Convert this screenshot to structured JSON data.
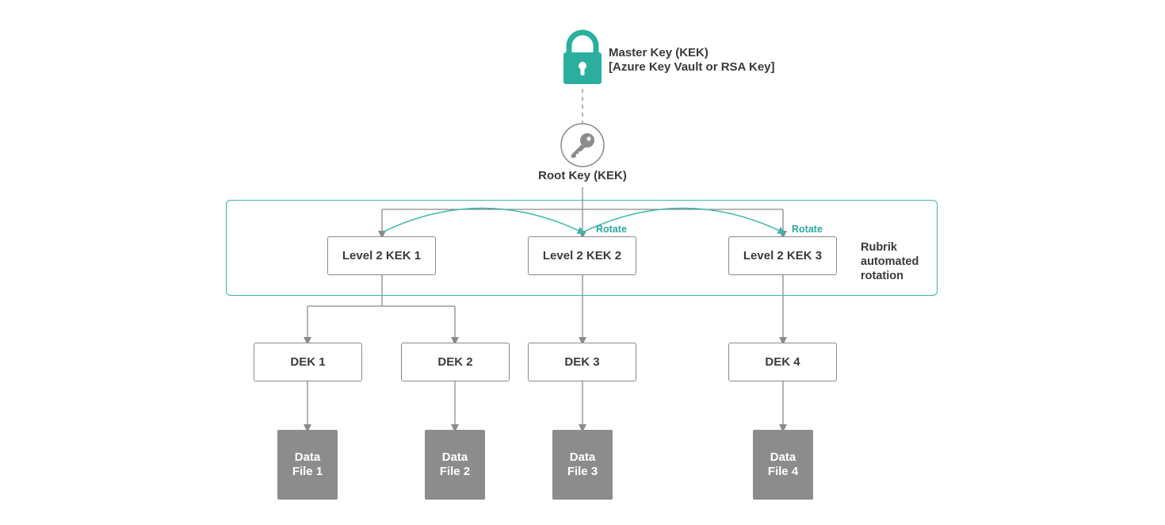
{
  "colors": {
    "accent": "#3bb7aa",
    "lock": "#2aaf9f",
    "connector": "#8a8a8a",
    "file_fill": "#8c8c8e",
    "text": "#3a3a3a"
  },
  "master_key": {
    "icon": "lock-icon",
    "line1": "Master Key (KEK)",
    "line2": "[Azure Key Vault or RSA Key]"
  },
  "root_key": {
    "icon": "key-icon",
    "label": "Root Key (KEK)"
  },
  "rotation_group": {
    "label_line1": "Rubrik",
    "label_line2": "automated",
    "label_line3": "rotation",
    "rotate_label_1": "Rotate",
    "rotate_label_2": "Rotate"
  },
  "level2_keks": [
    {
      "label": "Level 2 KEK 1"
    },
    {
      "label": "Level 2 KEK 2"
    },
    {
      "label": "Level 2 KEK 3"
    }
  ],
  "deks": [
    {
      "label": "DEK 1"
    },
    {
      "label": "DEK 2"
    },
    {
      "label": "DEK 3"
    },
    {
      "label": "DEK 4"
    }
  ],
  "data_files": [
    {
      "line1": "Data",
      "line2": "File 1"
    },
    {
      "line1": "Data",
      "line2": "File 2"
    },
    {
      "line1": "Data",
      "line2": "File 3"
    },
    {
      "line1": "Data",
      "line2": "File 4"
    }
  ]
}
